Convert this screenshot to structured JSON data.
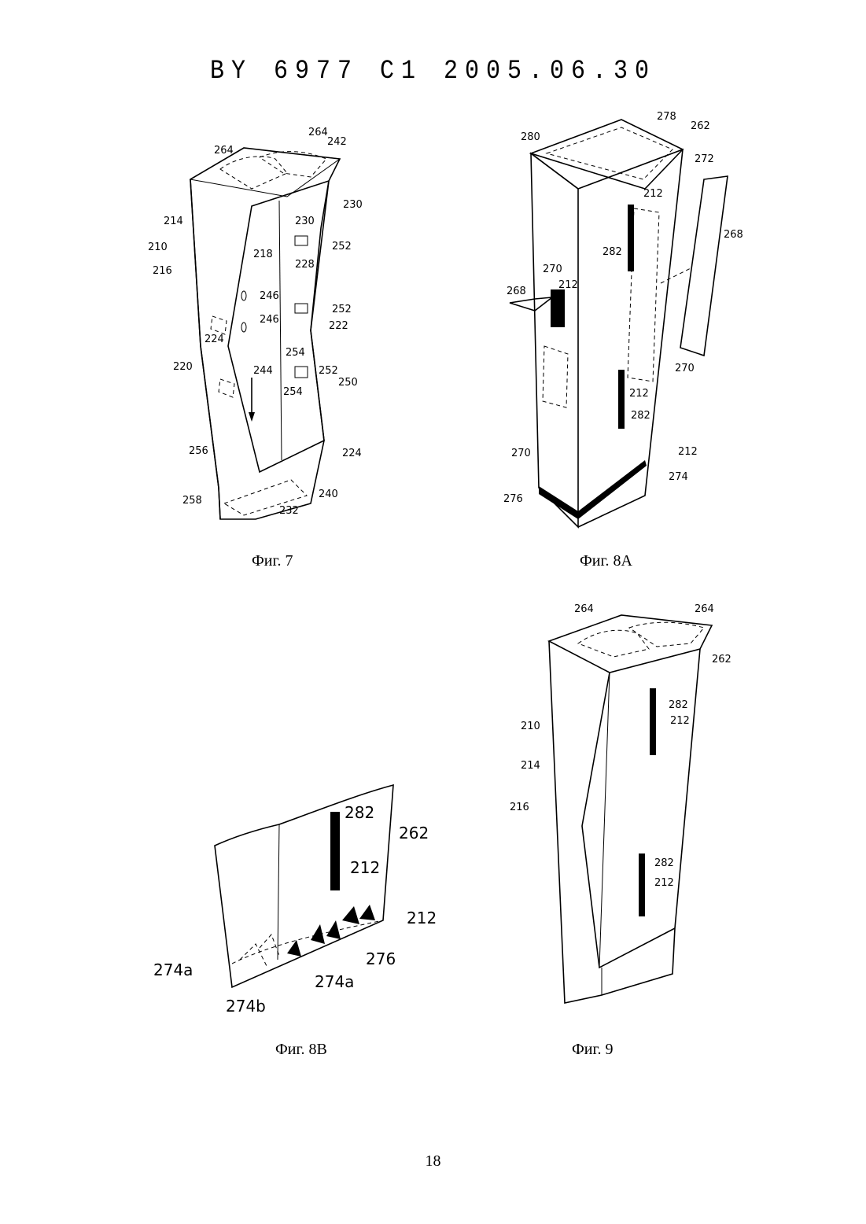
{
  "header": "BY 6977 C1 2005.06.30",
  "page_number": "18",
  "figures": [
    {
      "caption": "Фиг. 7",
      "labels": [
        "264",
        "264",
        "242",
        "230",
        "214",
        "230",
        "252",
        "210",
        "218",
        "228",
        "216",
        "246",
        "252",
        "246",
        "224",
        "222",
        "254",
        "220",
        "252",
        "244",
        "254",
        "250",
        "256",
        "224",
        "240",
        "258",
        "232"
      ]
    },
    {
      "caption": "Фиг. 8А",
      "labels": [
        "278",
        "262",
        "280",
        "272",
        "212",
        "268",
        "282",
        "270",
        "212",
        "268",
        "270",
        "212",
        "282",
        "270",
        "212",
        "274",
        "276"
      ]
    },
    {
      "caption": "Фиг. 8В",
      "labels": [
        "282",
        "262",
        "212",
        "212",
        "274a",
        "276",
        "274a",
        "274b"
      ]
    },
    {
      "caption": "Фиг. 9",
      "labels": [
        "264",
        "264",
        "262",
        "282",
        "212",
        "210",
        "214",
        "216",
        "282",
        "212"
      ]
    }
  ]
}
